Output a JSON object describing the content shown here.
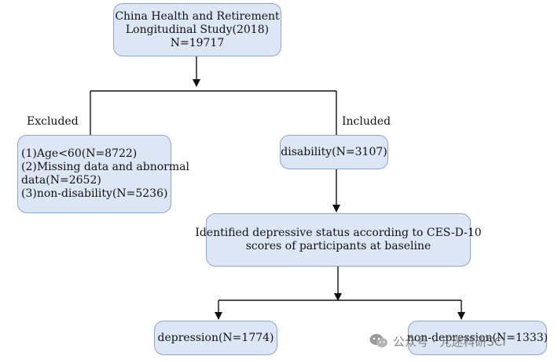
{
  "nodes": {
    "source": {
      "lines": [
        "China Health and Retirement",
        "Longitudinal Study(2018)",
        "N=19717"
      ]
    },
    "excluded": {
      "lines": [
        "(1)Age<60(N=8722)",
        "(2)Missing data and abnormal",
        "data(N=2652)",
        "(3)non-disability(N=5236)"
      ]
    },
    "included": {
      "lines": [
        "disability(N=3107)"
      ]
    },
    "identified": {
      "lines": [
        "Identified depressive status according to CES-D-10",
        "scores of  participants at baseline"
      ]
    },
    "depression": {
      "lines": [
        "depression(N=1774)"
      ]
    },
    "non_depression": {
      "lines": [
        "non-depression(N=1333)"
      ]
    }
  },
  "branch_labels": {
    "excluded": "Excluded",
    "included": "Included"
  },
  "watermark": {
    "text": "公众号 · 元迷科研SCI",
    "icon": "wechat-icon"
  },
  "colors": {
    "box_fill": "#dce6f4",
    "box_border": "#8fa6c6",
    "line": "#111111"
  }
}
